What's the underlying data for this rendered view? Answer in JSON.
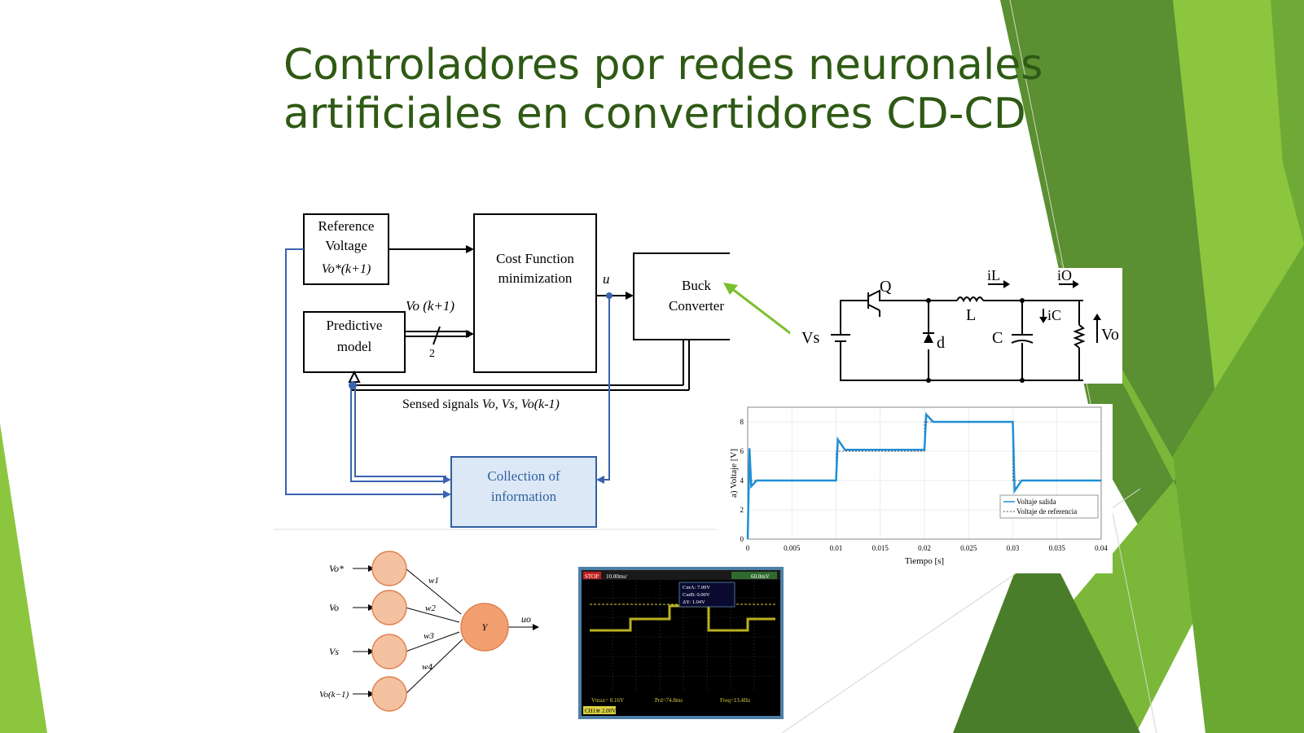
{
  "slide": {
    "title_line1": "Controladores por redes neuronales",
    "title_line2": "artificiales en convertidores CD-CD",
    "colors": {
      "title": "#2e5a14",
      "green_dark": "#4a7d2a",
      "green_mid": "#6eaa35",
      "green_light": "#8cc63f"
    }
  },
  "block_diagram": {
    "reference_voltage": [
      "Reference",
      "Voltage"
    ],
    "reference_formula": "Vo*(k+1)",
    "cost_function": [
      "Cost Function",
      "minimization"
    ],
    "predictive_model": [
      "Predictive",
      "model"
    ],
    "buck_converter": [
      "Buck",
      "Converter"
    ],
    "collection": [
      "Collection of",
      "information"
    ],
    "u_label": "u",
    "vo_k1_label": "Vo (k+1)",
    "bus_width": "2",
    "sensed_prefix": "Sensed signals ",
    "sensed_signals": "Vo, Vs, Vo(k-1)"
  },
  "circuit": {
    "q": "Q",
    "il": "iL",
    "io": "iO",
    "l": "L",
    "ic": "iC",
    "vs": "Vs",
    "d": "d",
    "c": "C",
    "vo": "Vo"
  },
  "neural_net": {
    "inputs": [
      "Vo*",
      "Vo",
      "Vs",
      "Vo(k−1)"
    ],
    "weights": [
      "w1",
      "w2",
      "w3",
      "w4"
    ],
    "output_node": "Y",
    "output": "uo"
  },
  "scope": {
    "status": "STOP",
    "timebase": "10.00ms/",
    "trigger": "60.0mV",
    "cursor_a": "CurA: 7.00V",
    "cursor_b": "CurB: 0.00V",
    "delta": "ΔY: 1.04V",
    "vmax": "Vmax= 8.16V",
    "prd": "Prd=74.8ms",
    "freq": "Freq=13.4Hz",
    "channel": "CH1≅ 2.00V"
  },
  "chart_data": {
    "type": "line",
    "title": "",
    "xlabel": "Tiempo [s]",
    "ylabel": "a) Voltaje [V]",
    "xlim": [
      0,
      0.04
    ],
    "ylim": [
      0,
      9
    ],
    "x_ticks": [
      "0",
      "0.005",
      "0.01",
      "0.015",
      "0.02",
      "0.025",
      "0.03",
      "0.035",
      "0.04"
    ],
    "y_ticks": [
      "0",
      "2",
      "4",
      "6",
      "8"
    ],
    "grid": true,
    "legend_position": "bottom-right",
    "series": [
      {
        "name": "Voltaje salida",
        "color": "#1f8fd6",
        "x": [
          0,
          0.0002,
          0.0004,
          0.001,
          0.01,
          0.0102,
          0.011,
          0.02,
          0.0202,
          0.021,
          0.03,
          0.0302,
          0.031,
          0.04
        ],
        "y": [
          0,
          6.2,
          3.6,
          4.0,
          4.0,
          6.8,
          6.1,
          6.1,
          8.5,
          8.0,
          8.0,
          3.3,
          4.0,
          4.0
        ]
      },
      {
        "name": "Voltaje de referencia",
        "color": "#555555",
        "x": [
          0,
          0.01,
          0.01,
          0.02,
          0.02,
          0.03,
          0.03,
          0.04
        ],
        "y": [
          4,
          4,
          6,
          6,
          8,
          8,
          4,
          4
        ]
      }
    ]
  }
}
